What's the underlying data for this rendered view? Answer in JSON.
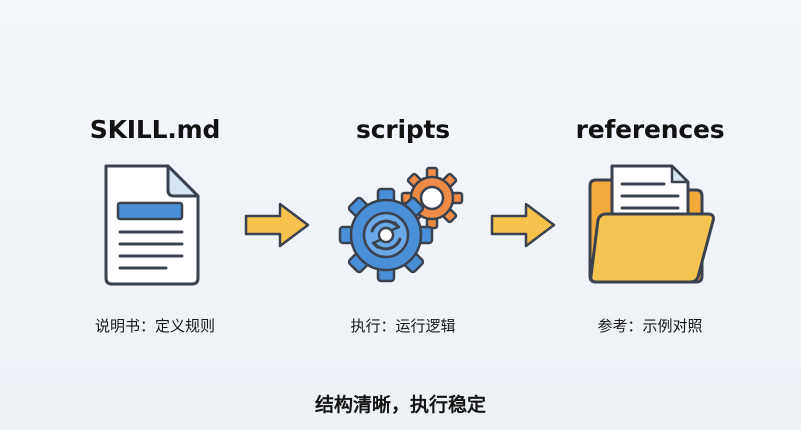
{
  "columns": [
    {
      "title": "SKILL.md",
      "caption": "说明书：定义规则",
      "icon": "document-icon"
    },
    {
      "title": "scripts",
      "caption": "执行：运行逻辑",
      "icon": "gears-icon"
    },
    {
      "title": "references",
      "caption": "参考：示例对照",
      "icon": "folder-icon"
    }
  ],
  "footer": "结构清晰，执行稳定",
  "colors": {
    "outline": "#3a4250",
    "blue": "#4a90d9",
    "blue_light": "#6aa9e8",
    "orange": "#ee8b47",
    "folder_yellow": "#f6c453",
    "arrow_yellow": "#f7c24d",
    "paper": "#ffffff",
    "page_fold": "#d6e4f2"
  }
}
